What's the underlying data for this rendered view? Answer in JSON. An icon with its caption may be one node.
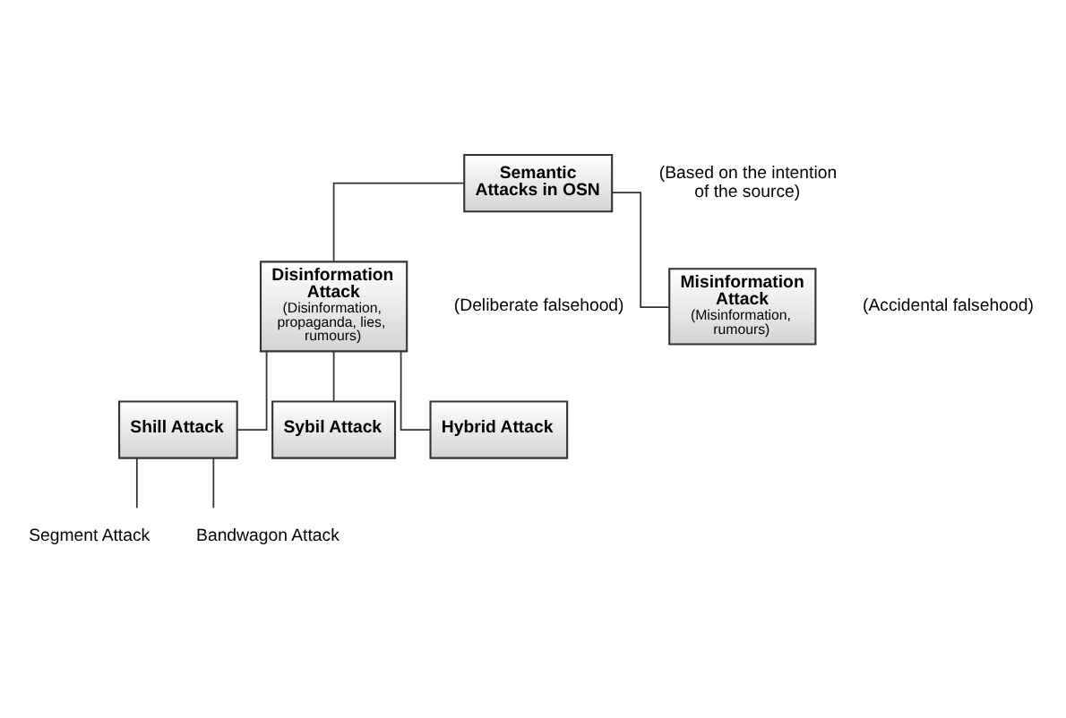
{
  "diagram": {
    "nodes": [
      {
        "text": [
          "Semantic Attacks in OSN"
        ],
        "beside": [
          "(Based on the intention of the source)"
        ]
      },
      {
        "text": [
          "Disinformation Attack",
          "(Disinformation, propaganda, lies, rumours)"
        ],
        "beside": [
          "(Deliberate falsehood)"
        ]
      },
      {
        "text": [
          "Misinformation Attack",
          "(Misinformation, rumours)"
        ],
        "beside": [
          "(Accidental falsehood)"
        ]
      },
      {
        "text": [
          "Shill Attack"
        ]
      },
      {
        "text": [
          "Sybil Attack"
        ]
      },
      {
        "text": [
          "Hybrid Attack"
        ]
      },
      {
        "text": [
          "Segment Attack"
        ]
      },
      {
        "text": [
          "Bandwagon Attack"
        ]
      }
    ],
    "edges": [
      {
        "from": 0,
        "to": 1,
        "arrow": "none"
      },
      {
        "from": 0,
        "to": 2,
        "arrow": "none"
      },
      {
        "from": 1,
        "to": 3,
        "arrow": "none"
      },
      {
        "from": 1,
        "to": 4,
        "arrow": "none"
      },
      {
        "from": 1,
        "to": 5,
        "arrow": "none"
      },
      {
        "from": 3,
        "to": 6,
        "arrow": "none"
      },
      {
        "from": 3,
        "to": 7,
        "arrow": "none"
      }
    ]
  }
}
